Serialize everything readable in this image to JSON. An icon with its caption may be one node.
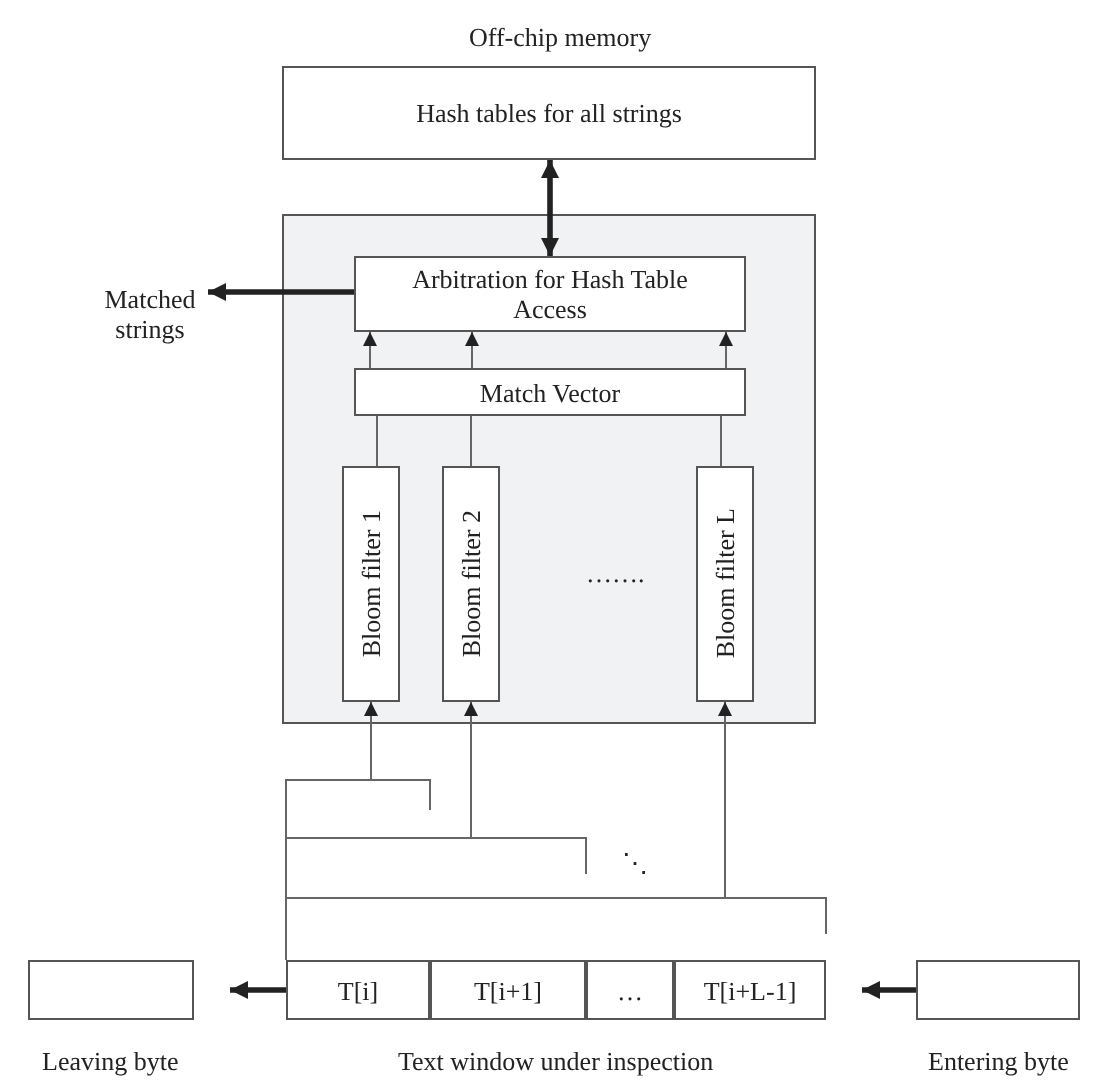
{
  "diagram": {
    "nodes": [
      {
        "text": [
          "Hash tables for all strings"
        ],
        "beside": [
          "Off-chip memory"
        ]
      },
      {
        "text": [],
        "shape": "box"
      },
      {
        "text": [
          "Arbitration for Hash Table Access"
        ],
        "in": 1
      },
      {
        "text": [
          "Match Vector"
        ],
        "in": 1
      },
      {
        "text": [
          "Bloom filter 1"
        ],
        "in": 1
      },
      {
        "text": [
          "Bloom filter 2"
        ],
        "in": 1
      },
      {
        "text": [
          "Bloom filter L"
        ],
        "in": 1
      },
      {
        "text": [
          "Matched strings"
        ]
      },
      {
        "text": [],
        "shape": "box",
        "beside": [
          "Text window under inspection"
        ]
      },
      {
        "text": [
          "T[i]"
        ],
        "in": 8
      },
      {
        "text": [
          "T[i+1]"
        ],
        "in": 8
      },
      {
        "text": [
          "…"
        ],
        "in": 8
      },
      {
        "text": [
          "T[i+L-1]"
        ],
        "in": 8
      },
      {
        "text": [],
        "shape": "box",
        "beside": [
          "Leaving byte"
        ]
      },
      {
        "text": [],
        "shape": "box",
        "beside": [
          "Entering byte"
        ]
      }
    ],
    "edges": [
      {
        "from": 0,
        "to": 2,
        "arrow": "both",
        "style": "thick"
      },
      {
        "from": 2,
        "to": 7,
        "arrow": "to",
        "style": "thick"
      },
      {
        "from": 3,
        "to": 2,
        "arrow": "to"
      },
      {
        "from": 3,
        "to": 2,
        "arrow": "to"
      },
      {
        "from": 3,
        "to": 2,
        "arrow": "to"
      },
      {
        "from": 4,
        "to": 3,
        "arrow": "none"
      },
      {
        "from": 5,
        "to": 3,
        "arrow": "none"
      },
      {
        "from": 6,
        "to": 3,
        "arrow": "none"
      },
      {
        "from": 9,
        "to": 4,
        "arrow": "to"
      },
      {
        "from": 9,
        "to": 5,
        "arrow": "to"
      },
      {
        "from": 9,
        "to": 6,
        "arrow": "to"
      },
      {
        "from": 8,
        "to": 13,
        "arrow": "to",
        "style": "thick"
      },
      {
        "from": 14,
        "to": 8,
        "arrow": "to",
        "style": "thick"
      }
    ],
    "labels": [
      "…….",
      "⋱"
    ]
  }
}
